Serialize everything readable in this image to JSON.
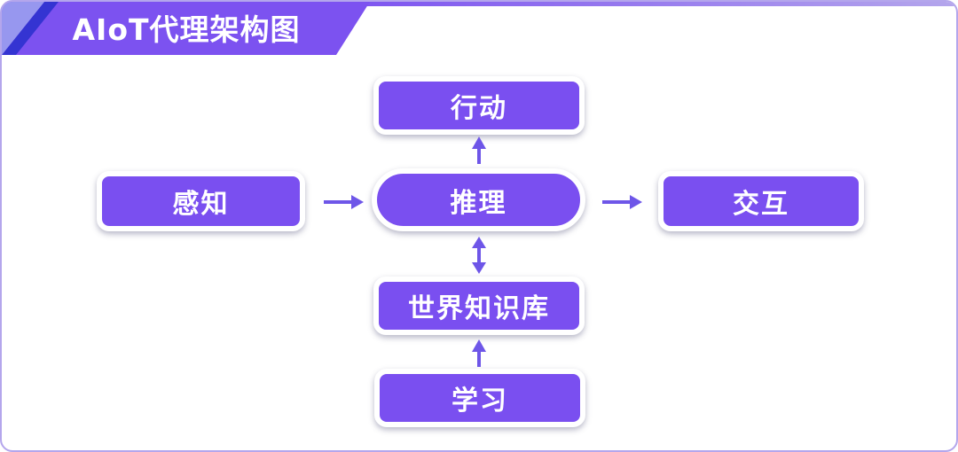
{
  "title": {
    "text": "AIoT代理架构图"
  },
  "theme": {
    "node_purple": "#7a4ff0",
    "badge_purple": "#7c52f0",
    "arrow_purple": "#6e56e8",
    "stripe_blue": "#3434d2",
    "corner_periwinkle": "#9797ef",
    "border_light": "#b4a6ec"
  },
  "diagram": {
    "nodes": [
      {
        "id": "action",
        "label": "行动",
        "shape": "rounded-rect"
      },
      {
        "id": "perception",
        "label": "感知",
        "shape": "rounded-rect"
      },
      {
        "id": "reasoning",
        "label": "推理",
        "shape": "pill"
      },
      {
        "id": "interaction",
        "label": "交互",
        "shape": "rounded-rect"
      },
      {
        "id": "world-knowledge",
        "label": "世界知识库",
        "shape": "rounded-rect"
      },
      {
        "id": "learning",
        "label": "学习",
        "shape": "rounded-rect"
      }
    ],
    "edges": [
      {
        "from": "推理",
        "to": "行动",
        "direction": "up"
      },
      {
        "from": "感知",
        "to": "推理",
        "direction": "right"
      },
      {
        "from": "推理",
        "to": "交互",
        "direction": "right"
      },
      {
        "from": "推理",
        "to": "世界知识库",
        "direction": "bidirectional-vertical"
      },
      {
        "from": "学习",
        "to": "世界知识库",
        "direction": "up"
      }
    ]
  }
}
